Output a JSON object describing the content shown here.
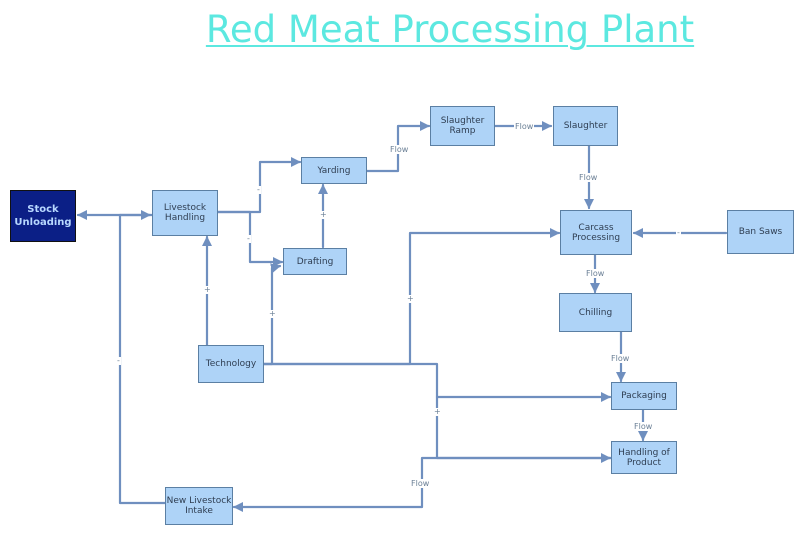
{
  "title": "Red Meat Processing Plant",
  "nodes": {
    "stock_unloading": "Stock\nUnloading",
    "livestock_handling": "Livestock\nHandling",
    "yarding": "Yarding",
    "drafting": "Drafting",
    "slaughter_ramp": "Slaughter\nRamp",
    "slaughter": "Slaughter",
    "carcass_processing": "Carcass\nProcessing",
    "ban_saws": "Ban Saws",
    "chilling": "Chilling",
    "technology": "Technology",
    "packaging": "Packaging",
    "handling_of_product": "Handling of\nProduct",
    "new_livestock_intake": "New Livestock\nIntake"
  },
  "edge_labels": {
    "flow": "Flow",
    "plus": "+",
    "minus": "-"
  },
  "colors": {
    "title": "#5ce8e0",
    "node_fill": "#aed3f7",
    "dark_node_fill": "#0b1f86",
    "connector": "#6f8fbf"
  }
}
